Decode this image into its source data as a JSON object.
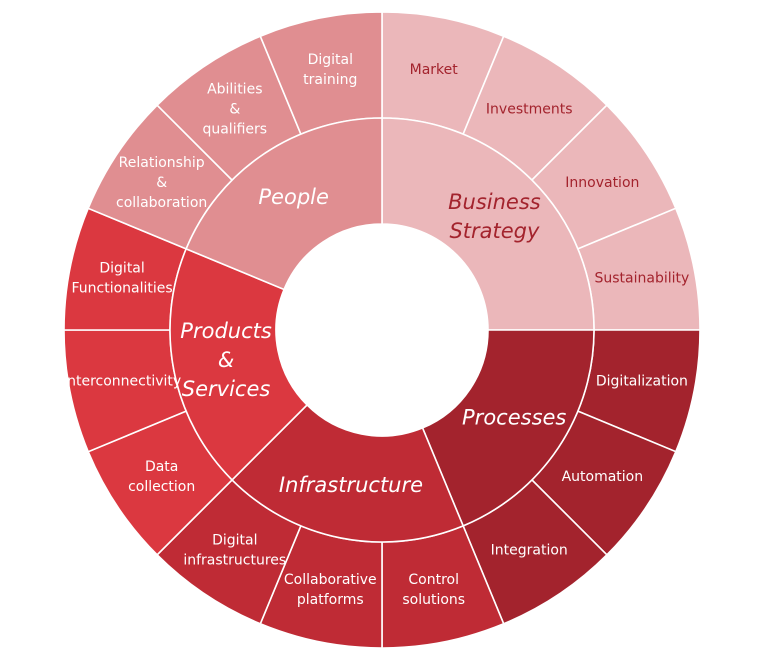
{
  "diagram": {
    "type": "sunburst",
    "categories": [
      {
        "name": [
          "Business",
          "Strategy"
        ],
        "color": "#ebb7ba",
        "label_color": "#a3232d",
        "items": [
          {
            "name": [
              "Market"
            ]
          },
          {
            "name": [
              "Investments"
            ]
          },
          {
            "name": [
              "Innovation"
            ]
          },
          {
            "name": [
              "Sustainability"
            ]
          }
        ]
      },
      {
        "name": [
          "Processes"
        ],
        "color": "#a3232d",
        "label_color": "#ffffff",
        "items": [
          {
            "name": [
              "Digitalization"
            ]
          },
          {
            "name": [
              "Automation"
            ]
          },
          {
            "name": [
              "Integration"
            ]
          }
        ]
      },
      {
        "name": [
          "Infrastructure"
        ],
        "color": "#bf2b35",
        "label_color": "#ffffff",
        "items": [
          {
            "name": [
              "Control",
              "solutions"
            ]
          },
          {
            "name": [
              "Collaborative",
              "platforms"
            ]
          },
          {
            "name": [
              "Digital",
              "infrastructures"
            ]
          }
        ]
      },
      {
        "name": [
          "Products",
          "&",
          "Services"
        ],
        "color": "#db3840",
        "label_color": "#ffffff",
        "items": [
          {
            "name": [
              "Data",
              "collection"
            ]
          },
          {
            "name": [
              "Interconnectivity"
            ]
          },
          {
            "name": [
              "Digital",
              "Functionalities"
            ]
          }
        ]
      },
      {
        "name": [
          "People"
        ],
        "color": "#e08e91",
        "label_color": "#ffffff",
        "items": [
          {
            "name": [
              "Relationship",
              "&",
              "collaboration"
            ]
          },
          {
            "name": [
              "Abilities",
              "&",
              "qualifiers"
            ]
          },
          {
            "name": [
              "Digital",
              "training"
            ]
          }
        ]
      }
    ]
  }
}
